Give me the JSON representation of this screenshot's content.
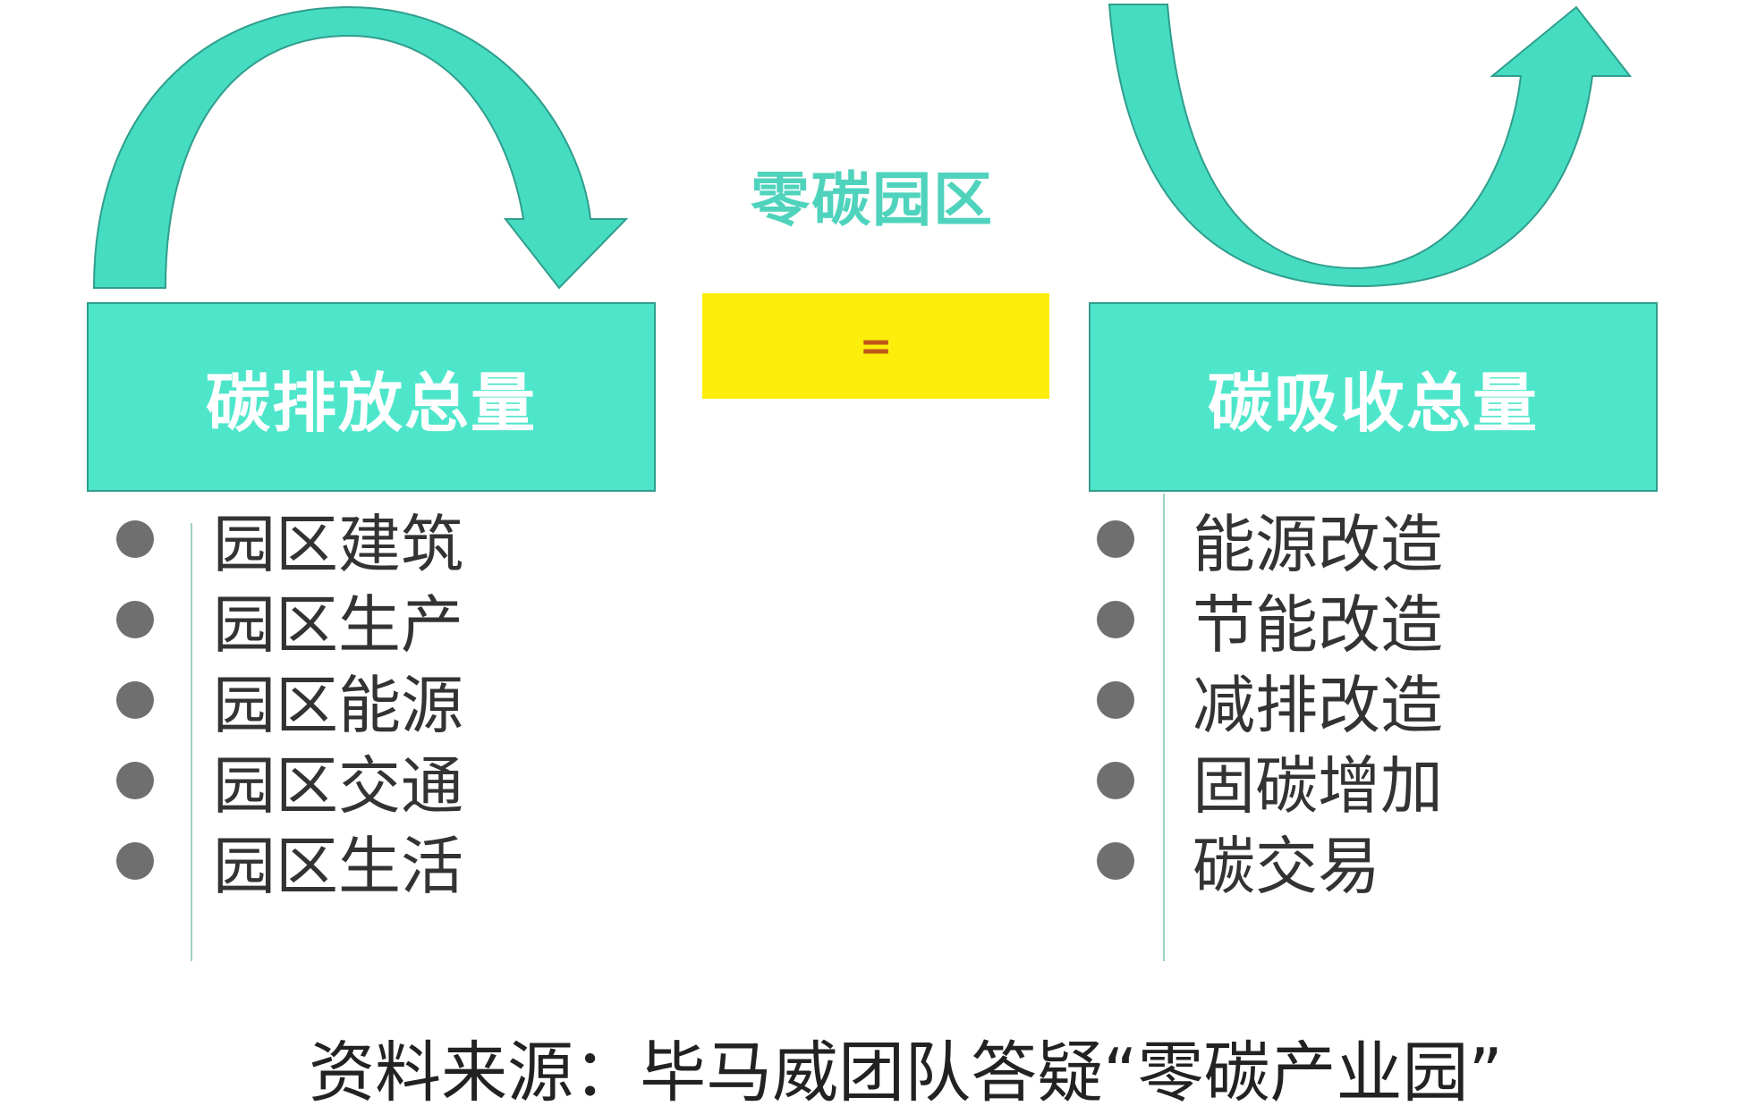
{
  "title": "零碳园区",
  "left_box": {
    "label": "碳排放总量"
  },
  "equals": {
    "label": "="
  },
  "right_box": {
    "label": "碳吸收总量"
  },
  "left_items": [
    "园区建筑",
    "园区生产",
    "园区能源",
    "园区交通",
    "园区生活"
  ],
  "right_items": [
    "能源改造",
    "节能改造",
    "减排改造",
    "固碳增加",
    "碳交易"
  ],
  "footer": "资料来源：毕马威团队答疑“零碳产业园”",
  "colors": {
    "teal": "#4ee6cb",
    "yellow": "#fcee0a",
    "bullet": "#6f6f6f"
  }
}
